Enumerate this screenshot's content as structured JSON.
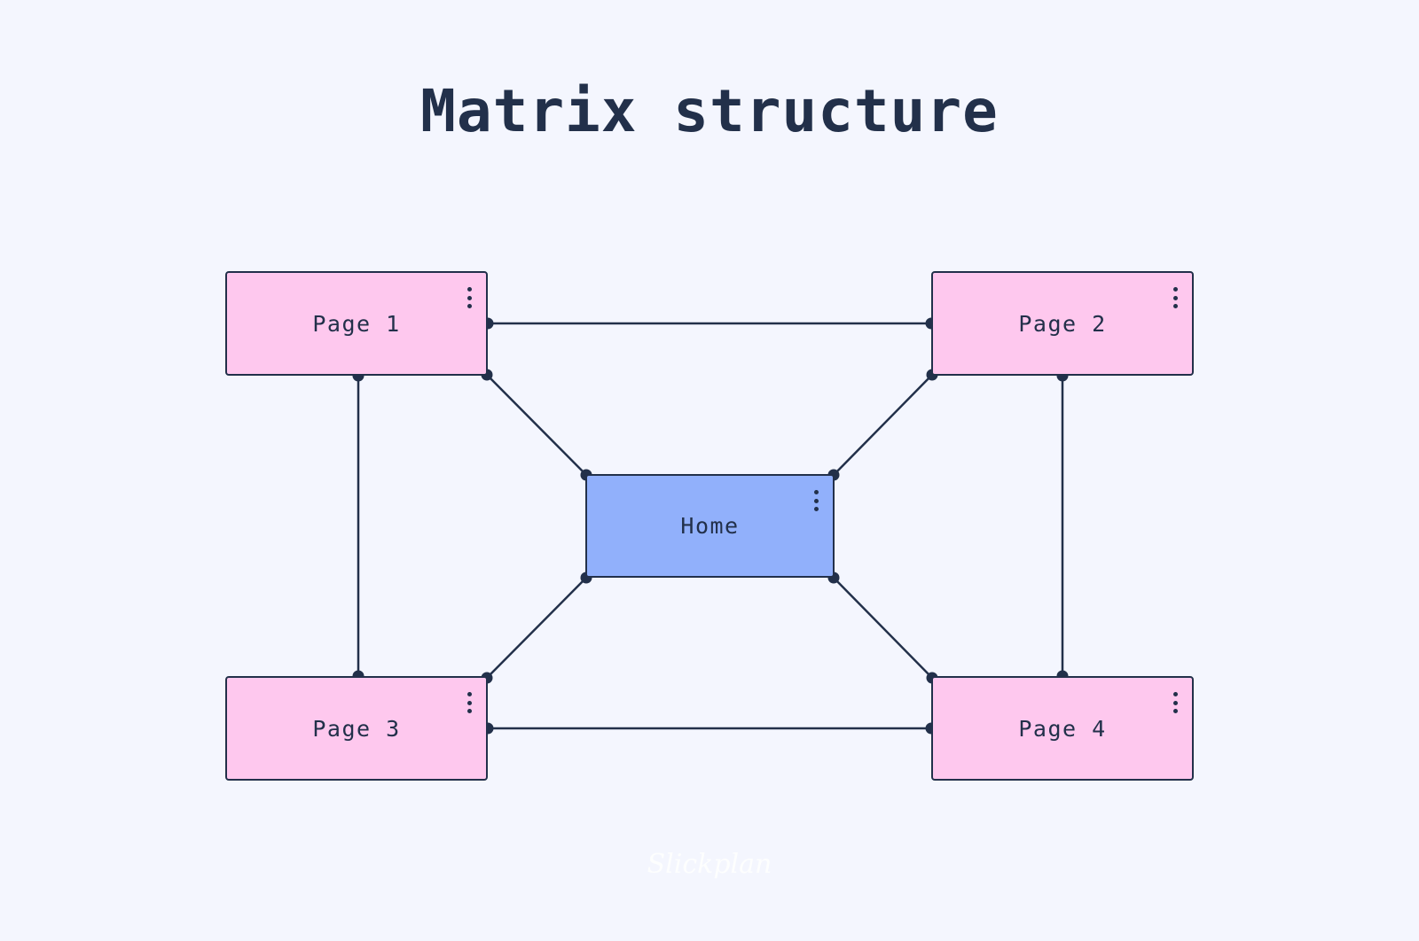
{
  "title": "Matrix structure",
  "colors": {
    "background": "#f4f6fe",
    "ink": "#22304a",
    "page_fill": "#fec8ee",
    "home_fill": "#91b0fb",
    "watermark": "#ffffff"
  },
  "nodes": {
    "page1": {
      "label": "Page 1"
    },
    "page2": {
      "label": "Page 2"
    },
    "page3": {
      "label": "Page 3"
    },
    "page4": {
      "label": "Page 4"
    },
    "home": {
      "label": "Home"
    }
  },
  "links": [
    {
      "from": "page1",
      "to": "page2"
    },
    {
      "from": "page3",
      "to": "page4"
    },
    {
      "from": "page1",
      "to": "page3"
    },
    {
      "from": "page2",
      "to": "page4"
    },
    {
      "from": "page1",
      "to": "home"
    },
    {
      "from": "page2",
      "to": "home"
    },
    {
      "from": "page3",
      "to": "home"
    },
    {
      "from": "page4",
      "to": "home"
    }
  ],
  "watermark": "Slickplan",
  "icons": {
    "node_menu": "kebab-menu-icon"
  }
}
